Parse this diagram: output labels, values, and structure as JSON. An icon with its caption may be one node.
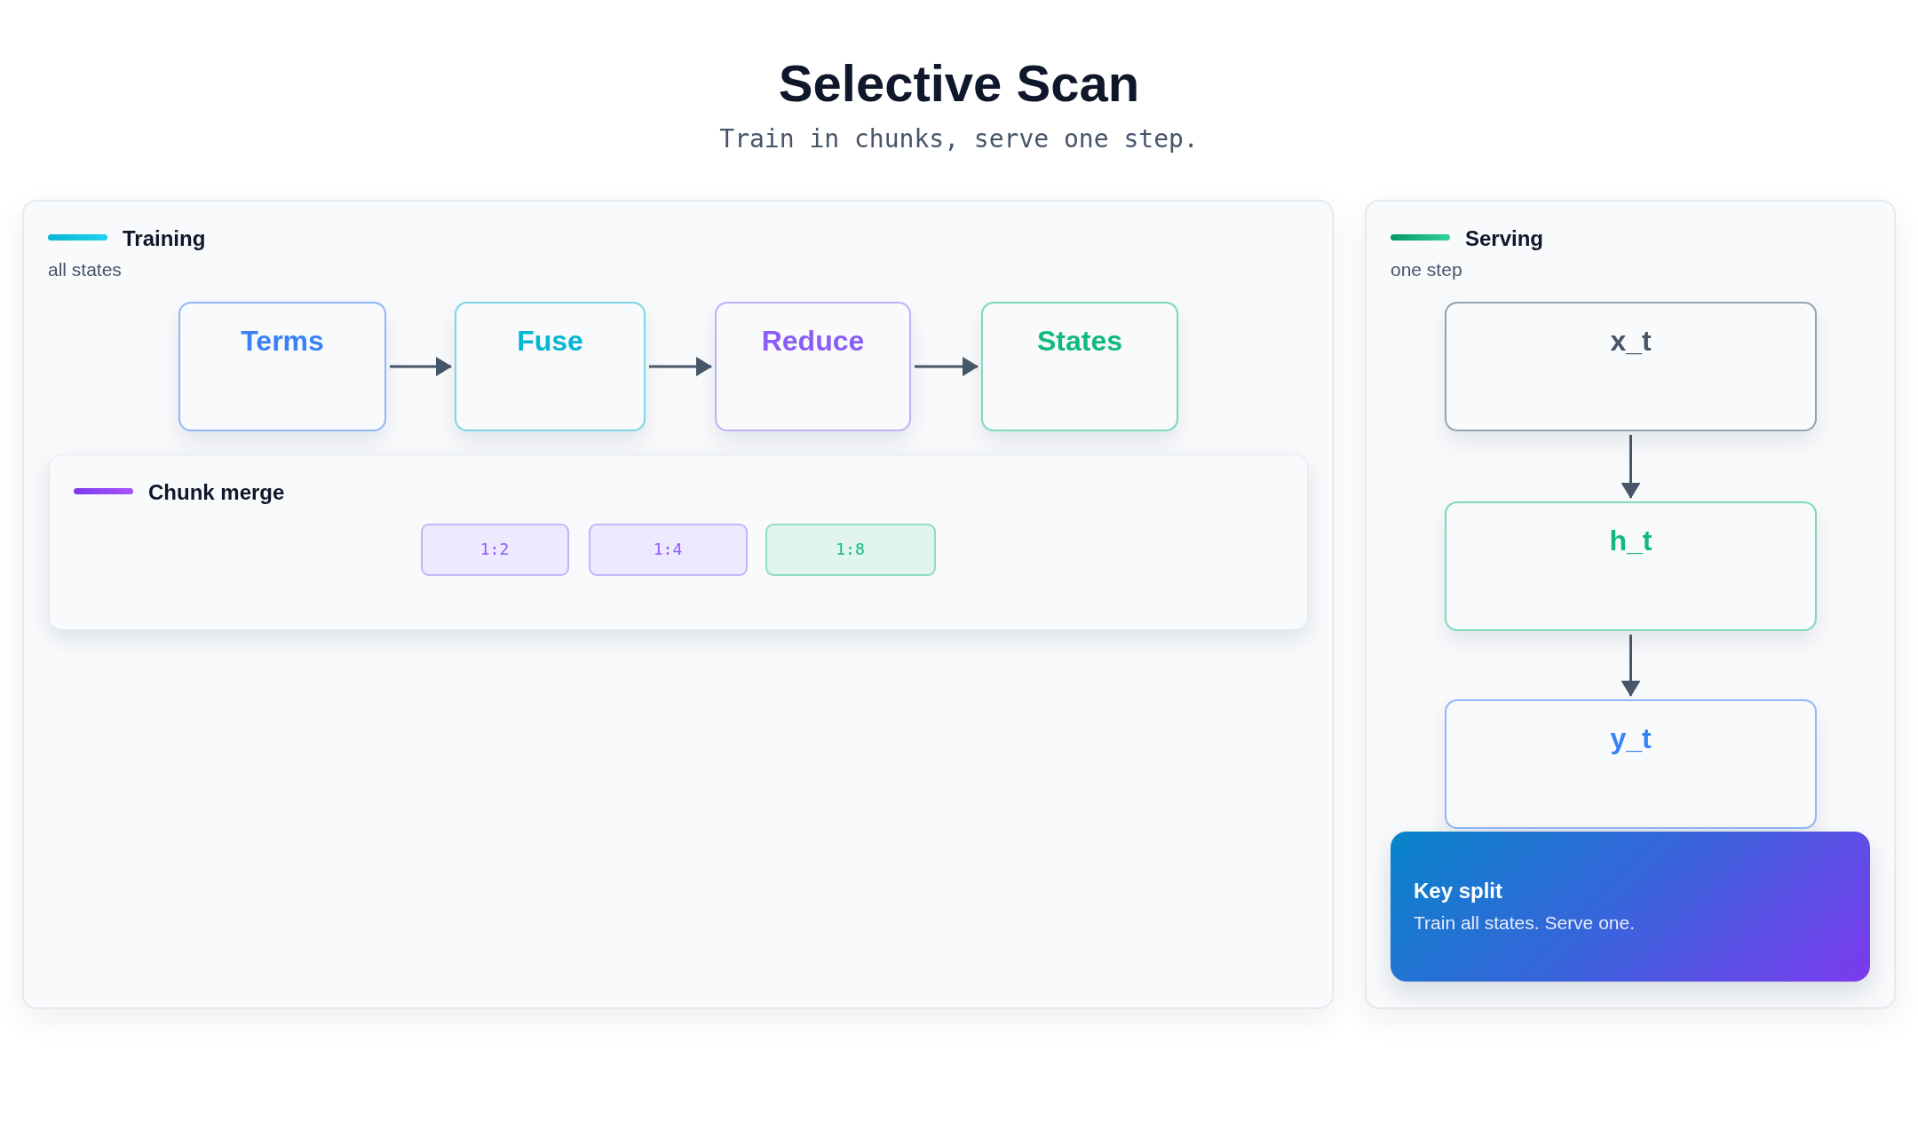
{
  "diagram": {
    "title": "Selective Scan",
    "caption": "Train in chunks, serve one step.",
    "nodes": [
      {
        "text": [
          "Training",
          "all states"
        ]
      },
      {
        "text": [
          "Terms"
        ],
        "in": 0
      },
      {
        "text": [
          "Fuse"
        ],
        "in": 0
      },
      {
        "text": [
          "Reduce"
        ],
        "in": 0
      },
      {
        "text": [
          "States"
        ],
        "in": 0
      },
      {
        "text": [
          "Chunk merge"
        ],
        "in": 0
      },
      {
        "text": [
          "1:2"
        ],
        "in": 5
      },
      {
        "text": [
          "1:4"
        ],
        "in": 5
      },
      {
        "text": [
          "1:8"
        ],
        "in": 5
      },
      {
        "text": [
          "Serving",
          "one step"
        ]
      },
      {
        "text": [
          "x_t"
        ],
        "in": 9
      },
      {
        "text": [
          "h_t"
        ],
        "in": 9
      },
      {
        "text": [
          "y_t"
        ],
        "in": 9
      },
      {
        "text": [
          "Key split",
          "Train all states. Serve one."
        ],
        "in": 9
      }
    ],
    "edges": [
      {
        "from": 1,
        "to": 2,
        "arrow": "to"
      },
      {
        "from": 2,
        "to": 3,
        "arrow": "to"
      },
      {
        "from": 3,
        "to": 4,
        "arrow": "to"
      },
      {
        "from": 10,
        "to": 11,
        "arrow": "to"
      },
      {
        "from": 11,
        "to": 12,
        "arrow": "to"
      }
    ]
  }
}
